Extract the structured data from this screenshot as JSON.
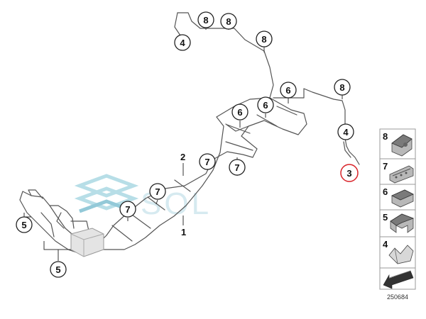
{
  "callouts": {
    "c1": "8",
    "c2": "8",
    "c3": "4",
    "c4": "8",
    "c5": "8",
    "c6": "6",
    "c7": "6",
    "c8": "6",
    "c9": "4",
    "c10": "3",
    "c11": "7",
    "c12": "7",
    "c13": "7",
    "c14": "7",
    "c15": "5",
    "c16": "5"
  },
  "labels": {
    "l1": "1",
    "l2": "2"
  },
  "legend": {
    "items": [
      {
        "number": "8"
      },
      {
        "number": "7"
      },
      {
        "number": "6"
      },
      {
        "number": "5"
      },
      {
        "number": "4"
      }
    ]
  },
  "catalog_number": "250684",
  "watermark": "SOL",
  "colors": {
    "highlight": "#d9242a",
    "watermark": "#cfe7ee"
  }
}
